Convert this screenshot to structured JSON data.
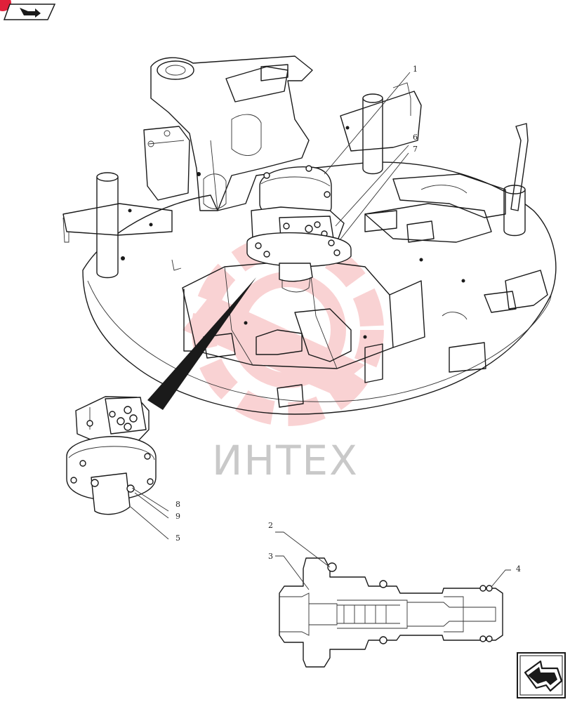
{
  "nav": {
    "top_left_icon": "arrow-right-icon",
    "bottom_right_icon": "arrow-right-icon"
  },
  "watermark": {
    "text": "ИНТЕХ",
    "color": "#e8393d"
  },
  "callouts": {
    "c1": "1",
    "c2": "2",
    "c3": "3",
    "c4": "4",
    "c5": "5",
    "c6": "6",
    "c7": "7",
    "c8": "8",
    "c9": "9"
  },
  "colors": {
    "line": "#1a1a1a",
    "badge": "#e0203a"
  }
}
